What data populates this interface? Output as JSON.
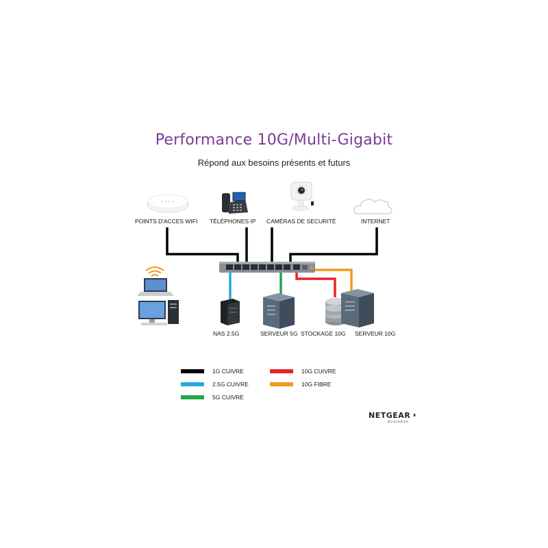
{
  "title": "Performance 10G/Multi-Gigabit",
  "subtitle": "Répond aux besoins présents et futurs",
  "devices_top": [
    {
      "label": "POINTS D'ACCES WIFI",
      "icon": "wifi-access-point-icon"
    },
    {
      "label": "TÉLÉPHONES IP",
      "icon": "ip-phone-icon"
    },
    {
      "label": "CAMÉRAS DE SECURITÉ",
      "icon": "security-camera-icon"
    },
    {
      "label": "INTERNET",
      "icon": "cloud-icon"
    }
  ],
  "devices_bottom": [
    {
      "label": "NAS 2.5G",
      "icon": "nas-icon"
    },
    {
      "label": "SERVEUR 5G",
      "icon": "server-icon"
    },
    {
      "label": "STOCKAGE 10G",
      "icon": "storage-database-icon"
    },
    {
      "label": "SERVEUR 10G",
      "icon": "server-icon"
    }
  ],
  "legend": [
    {
      "label": "1G CUIVRE",
      "color": "#000000"
    },
    {
      "label": "2.5G CUIVRE",
      "color": "#29a8e0"
    },
    {
      "label": "5G CUIVRE",
      "color": "#1fa64a"
    },
    {
      "label": "10G CUIVRE",
      "color": "#e0262b"
    },
    {
      "label": "10G FIBRE",
      "color": "#f39a1e"
    }
  ],
  "brand": {
    "name": "NETGEAR",
    "tagline": "BUSINESS"
  }
}
